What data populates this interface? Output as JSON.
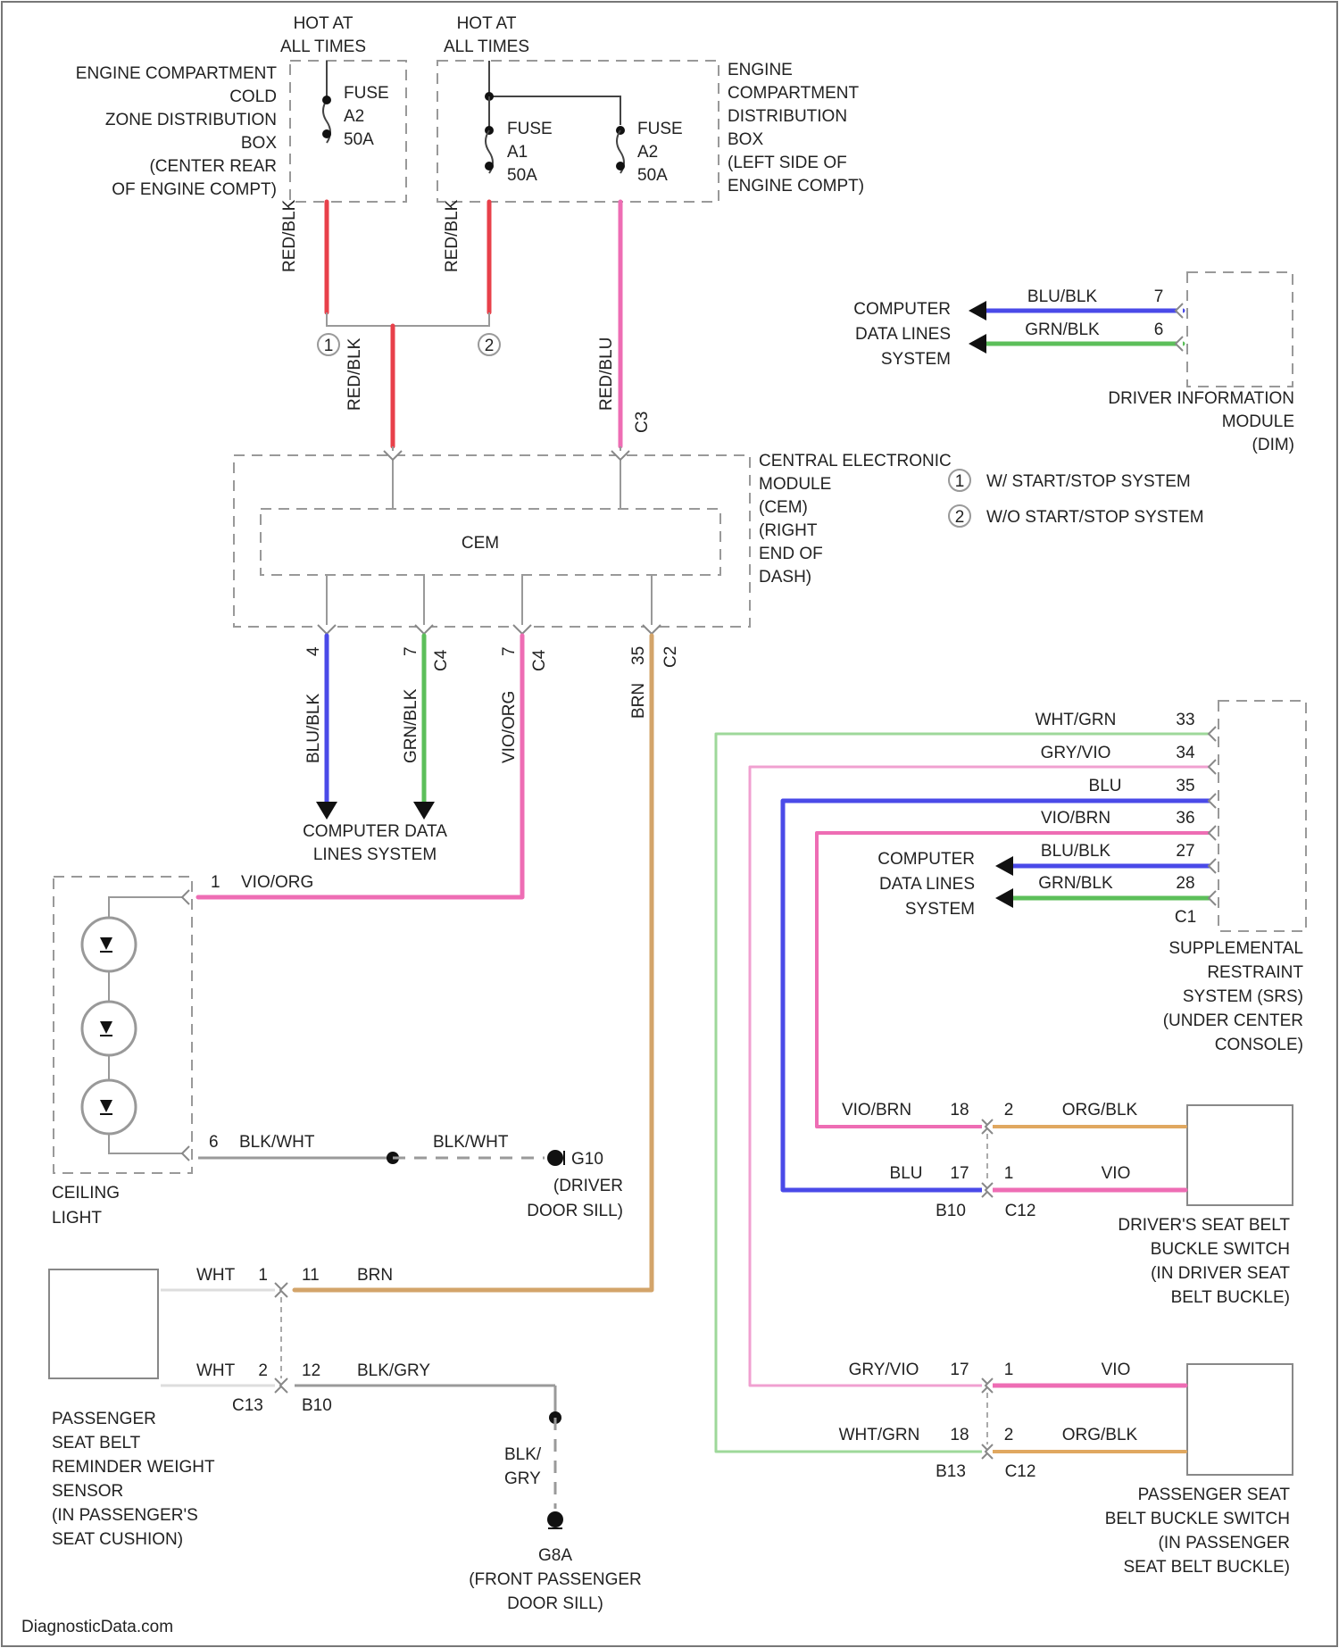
{
  "hot_label_1": [
    "HOT AT",
    "ALL TIMES"
  ],
  "hot_label_2": [
    "HOT AT",
    "ALL TIMES"
  ],
  "cold_box_label": [
    "ENGINE COMPARTMENT",
    "COLD",
    "ZONE DISTRIBUTION",
    "BOX",
    "(CENTER REAR",
    "OF ENGINE COMPT)"
  ],
  "fuse_a2_left": [
    "FUSE",
    "A2",
    "50A"
  ],
  "fuse_a1": [
    "FUSE",
    "A1",
    "50A"
  ],
  "fuse_a2_right": [
    "FUSE",
    "A2",
    "50A"
  ],
  "distribution_box_label": [
    "ENGINE",
    "COMPARTMENT",
    "DISTRIBUTION",
    "BOX",
    "(LEFT SIDE OF",
    "ENGINE COMPT)"
  ],
  "wire_red_blk": "RED/BLK",
  "wire_red_blu": "RED/BLU",
  "splice_marks": [
    "1",
    "2"
  ],
  "cem_label": [
    "CENTRAL ELECTRONIC",
    "MODULE",
    "(CEM)",
    "(RIGHT",
    "END OF",
    "DASH)"
  ],
  "cem_inner": "CEM",
  "legend": [
    {
      "mark": "1",
      "text": "W/ START/STOP SYSTEM"
    },
    {
      "mark": "2",
      "text": "W/O START/STOP SYSTEM"
    }
  ],
  "dim": {
    "lines": [
      {
        "label": "COMPUTER",
        "wire": "BLU/BLK",
        "pin": "7"
      },
      {
        "label": "DATA LINES",
        "wire": "GRN/BLK",
        "pin": "6"
      },
      {
        "label": "SYSTEM"
      }
    ],
    "name": [
      "DRIVER INFORMATION",
      "MODULE",
      "(DIM)"
    ]
  },
  "cem_wires": [
    {
      "wire": "BLU/BLK",
      "pin": "4",
      "conn": ""
    },
    {
      "wire": "GRN/BLK",
      "pin": "7",
      "conn": "C4"
    },
    {
      "wire": "VIO/ORG",
      "pin": "7",
      "conn": "C4"
    },
    {
      "wire": "BRN",
      "pin": "35",
      "conn": "C2"
    }
  ],
  "computer_data_lines": [
    "COMPUTER DATA",
    "LINES SYSTEM"
  ],
  "ceiling_light": {
    "pin1": "1",
    "wire1": "VIO/ORG",
    "pin2": "6",
    "wire2": "BLK/WHT",
    "wire3": "BLK/WHT",
    "ground": [
      "G10",
      "(DRIVER",
      "DOOR SILL)"
    ],
    "name": [
      "CEILING",
      "LIGHT"
    ]
  },
  "srs": {
    "wires": [
      {
        "wire": "WHT/GRN",
        "pin": "33"
      },
      {
        "wire": "GRY/VIO",
        "pin": "34"
      },
      {
        "wire": "BLU",
        "pin": "35"
      },
      {
        "wire": "VIO/BRN",
        "pin": "36"
      },
      {
        "wire": "BLU/BLK",
        "pin": "27"
      },
      {
        "wire": "GRN/BLK",
        "pin": "28"
      }
    ],
    "conn": "C1",
    "data_label": [
      "COMPUTER",
      "DATA LINES",
      "SYSTEM"
    ],
    "name": [
      "SUPPLEMENTAL",
      "RESTRAINT",
      "SYSTEM (SRS)",
      "(UNDER CENTER",
      "CONSOLE)"
    ]
  },
  "driver_buckle": {
    "row1": {
      "wire_left": "VIO/BRN",
      "pin_left": "18",
      "pin_right": "2",
      "wire_right": "ORG/BLK"
    },
    "row2": {
      "wire_left": "BLU",
      "pin_left": "17",
      "pin_right": "1",
      "wire_right": "VIO"
    },
    "conn_left": "B10",
    "conn_right": "C12",
    "name": [
      "DRIVER'S SEAT BELT",
      "BUCKLE SWITCH",
      "(IN DRIVER SEAT",
      "BELT BUCKLE)"
    ]
  },
  "passenger_sensor": {
    "row1": {
      "wire_left": "WHT",
      "pin_left": "1",
      "pin_right": "11",
      "wire_right": "BRN"
    },
    "row2": {
      "wire_left": "WHT",
      "pin_left": "2",
      "pin_right": "12",
      "wire_right": "BLK/GRY"
    },
    "conn_left": "C13",
    "conn_right": "B10",
    "ground_wire": [
      "BLK/",
      "GRY"
    ],
    "ground": [
      "G8A",
      "(FRONT PASSENGER",
      "DOOR SILL)"
    ],
    "name": [
      "PASSENGER",
      "SEAT BELT",
      "REMINDER WEIGHT",
      "SENSOR",
      "(IN PASSENGER'S",
      "SEAT CUSHION)"
    ]
  },
  "passenger_buckle": {
    "row1": {
      "wire_left": "GRY/VIO",
      "pin_left": "17",
      "pin_right": "1",
      "wire_right": "VIO"
    },
    "row2": {
      "wire_left": "WHT/GRN",
      "pin_left": "18",
      "pin_right": "2",
      "wire_right": "ORG/BLK"
    },
    "conn_left": "B13",
    "conn_right": "C12",
    "name": [
      "PASSENGER SEAT",
      "BELT BUCKLE SWITCH",
      "(IN PASSENGER",
      "SEAT BELT BUCKLE)"
    ]
  },
  "watermark": "DiagnosticData.com",
  "colors": {
    "red": "#e8404a",
    "pink": "#ee6db4",
    "blue": "#4a4ae8",
    "green": "#5cbf5a",
    "brown": "#d3a46a",
    "gray": "#9a9a9a",
    "lightgreen": "#9ed89a",
    "lightpink": "#f0a0d0",
    "orange": "#e0a860"
  }
}
